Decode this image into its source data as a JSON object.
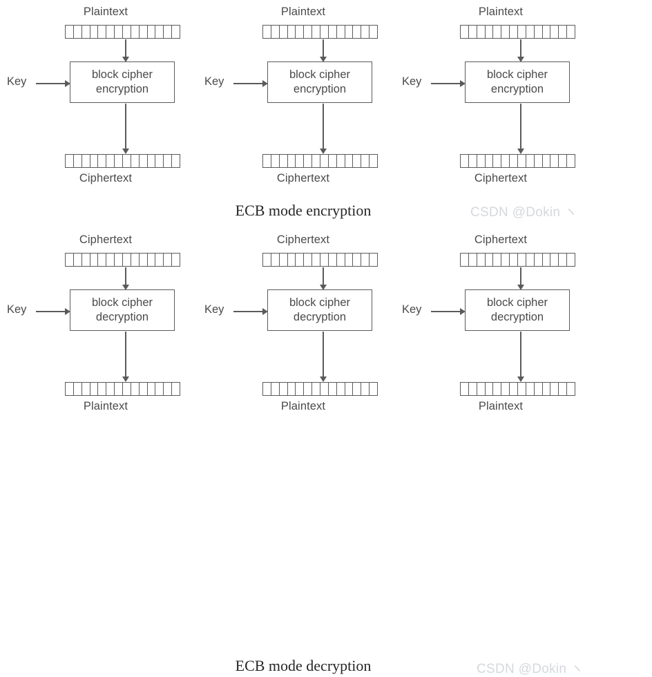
{
  "figure": {
    "title": "ECB mode block cipher diagram",
    "background": "#ffffff",
    "line_color": "#5a5a5a",
    "text_color": "#4a4a4a",
    "caption_color": "#262626",
    "watermark_color": "#d5d8dc",
    "cells_per_strip": 14
  },
  "sections": [
    {
      "id": "encryption",
      "caption": "ECB mode encryption",
      "input_label": "Plaintext",
      "output_label": "Ciphertext",
      "key_label": "Key",
      "box_line_1": "block cipher",
      "box_line_2": "encryption",
      "columns": [
        {
          "index": 1,
          "input_label": "Plaintext",
          "key_label": "Key",
          "box_line_1": "block cipher",
          "box_line_2": "encryption",
          "output_label": "Ciphertext"
        },
        {
          "index": 2,
          "input_label": "Plaintext",
          "key_label": "Key",
          "box_line_1": "block cipher",
          "box_line_2": "encryption",
          "output_label": "Ciphertext"
        },
        {
          "index": 3,
          "input_label": "Plaintext",
          "key_label": "Key",
          "box_line_1": "block cipher",
          "box_line_2": "encryption",
          "output_label": "Ciphertext"
        }
      ]
    },
    {
      "id": "decryption",
      "caption": "ECB mode decryption",
      "input_label": "Ciphertext",
      "output_label": "Plaintext",
      "key_label": "Key",
      "box_line_1": "block cipher",
      "box_line_2": "decryption",
      "columns": [
        {
          "index": 1,
          "input_label": "Ciphertext",
          "key_label": "Key",
          "box_line_1": "block cipher",
          "box_line_2": "decryption",
          "output_label": "Plaintext"
        },
        {
          "index": 2,
          "input_label": "Ciphertext",
          "key_label": "Key",
          "box_line_1": "block cipher",
          "box_line_2": "decryption",
          "output_label": "Plaintext"
        },
        {
          "index": 3,
          "input_label": "Ciphertext",
          "key_label": "Key",
          "box_line_1": "block cipher",
          "box_line_2": "decryption",
          "output_label": "Plaintext"
        }
      ]
    }
  ],
  "watermarks": {
    "top": "CSDN @Dokin ヽ",
    "bottom": "CSDN @Dokin ヽ"
  }
}
